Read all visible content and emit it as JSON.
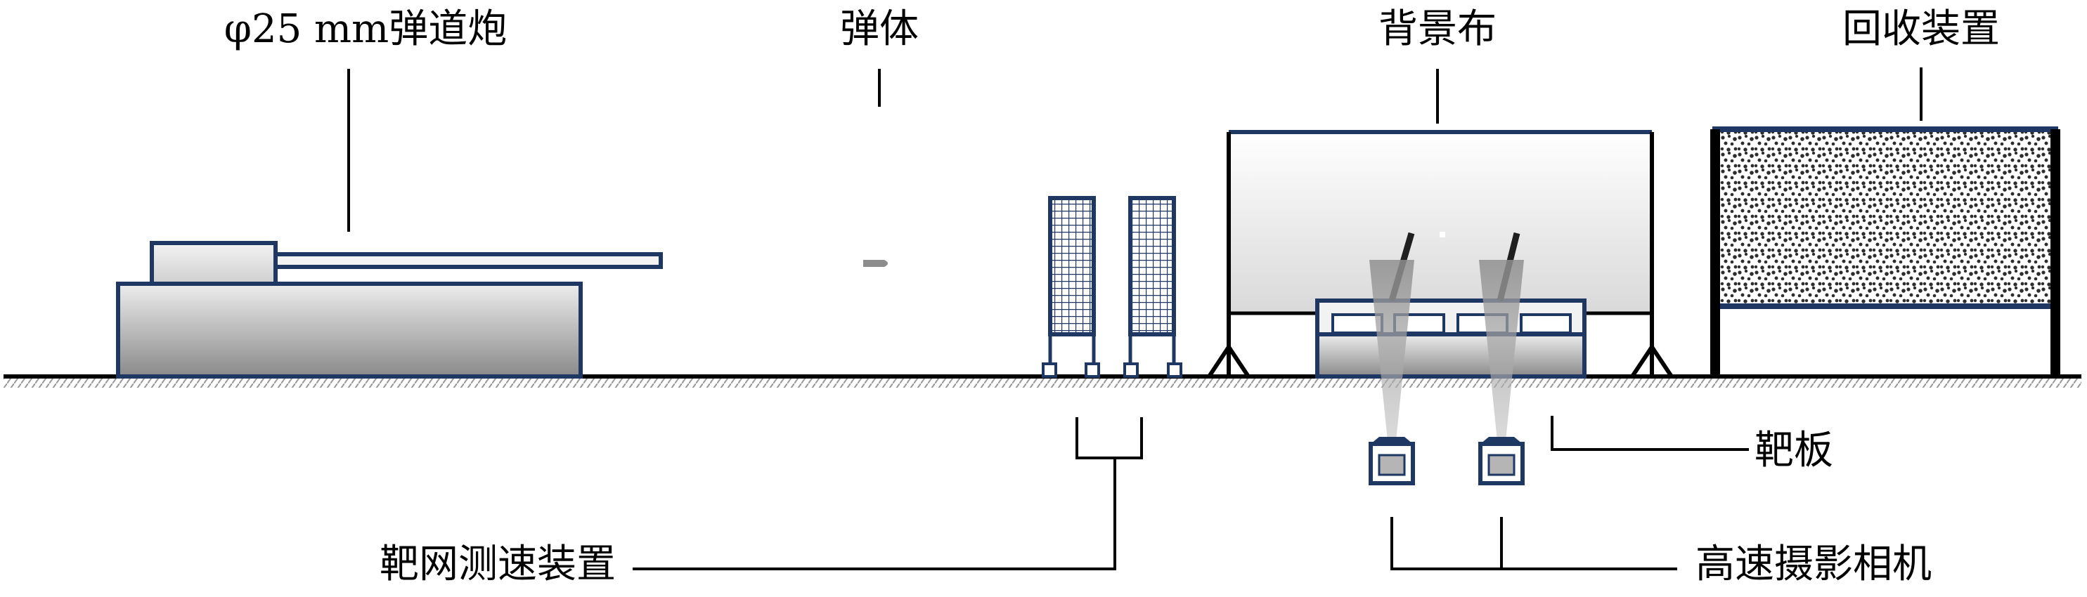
{
  "labels": {
    "gun": "φ25 mm弹道炮",
    "projectile": "弹体",
    "backdrop": "背景布",
    "recovery": "回收装置",
    "target_plate": "靶板",
    "velocity_screen": "靶网测速装置",
    "high_speed_camera": "高速摄影相机"
  },
  "colors": {
    "frame": "#1f3763",
    "line": "#000000",
    "gray_light": "#e9e9e9",
    "gray_dark": "#8c8c8c"
  },
  "icons": {
    "gun": "ballistic-gun-icon",
    "projectile": "projectile-icon",
    "velocity_screens": "velocity-screen-icon",
    "backdrop": "backdrop-frame-icon",
    "recovery": "recovery-box-icon",
    "camera": "camera-icon"
  }
}
